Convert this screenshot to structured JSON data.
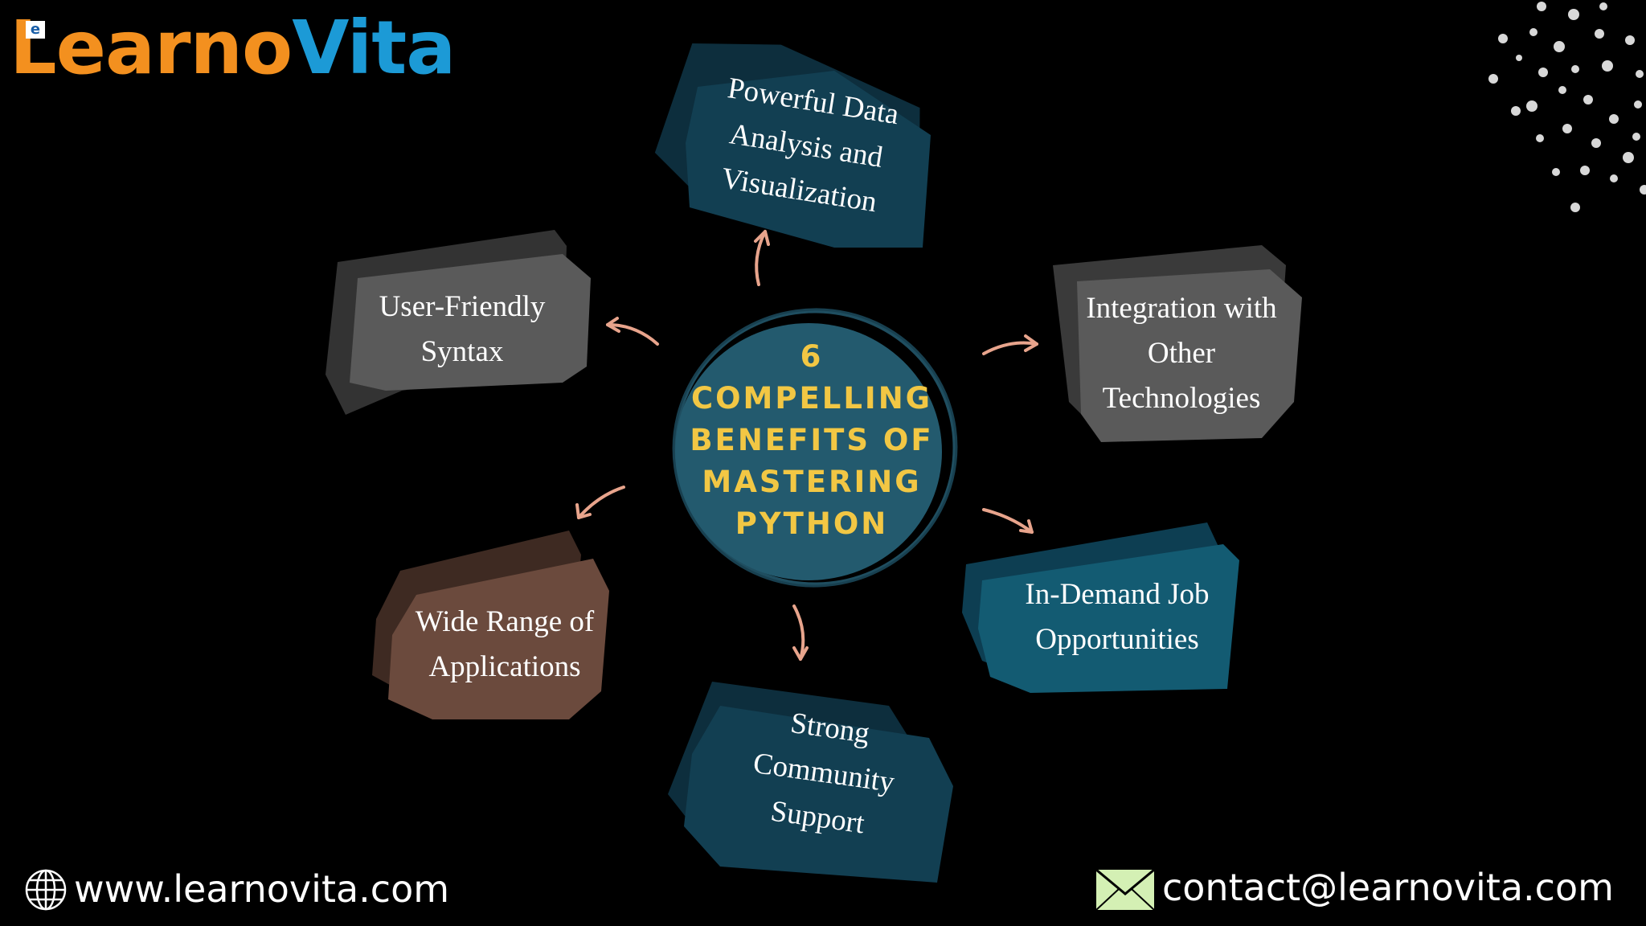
{
  "brand": {
    "logo_part1": "Learno",
    "logo_part2": "Vita",
    "logo_mark": "e",
    "logo_color1": "#f3901f",
    "logo_color2": "#1c9ad6"
  },
  "center": {
    "title": "6\nCOMPELLING\nBENEFITS OF\nMASTERING\nPYTHON",
    "text_color": "#f2c744",
    "fill_color": "#235a6e"
  },
  "benefits": [
    {
      "id": "data-analysis",
      "label": "Powerful Data\nAnalysis and\nVisualization",
      "color": "#123f52"
    },
    {
      "id": "integration",
      "label": "Integration with\nOther\nTechnologies",
      "color": "#5a5a5a"
    },
    {
      "id": "job-opportunities",
      "label": "In-Demand Job\nOpportunities",
      "color": "#135b72"
    },
    {
      "id": "community-support",
      "label": "Strong\nCommunity\nSupport",
      "color": "#123f52"
    },
    {
      "id": "wide-range",
      "label": "Wide Range of\nApplications",
      "color": "#6b4a3d"
    },
    {
      "id": "user-friendly",
      "label": "User-Friendly\nSyntax",
      "color": "#5a5a5a"
    }
  ],
  "arrow_color": "#e8a48c",
  "footer": {
    "website": "www.learnovita.com",
    "email": "contact@learnovita.com",
    "website_icon": "globe-icon",
    "email_icon": "envelope-icon",
    "email_icon_color": "#d4f0b4"
  }
}
